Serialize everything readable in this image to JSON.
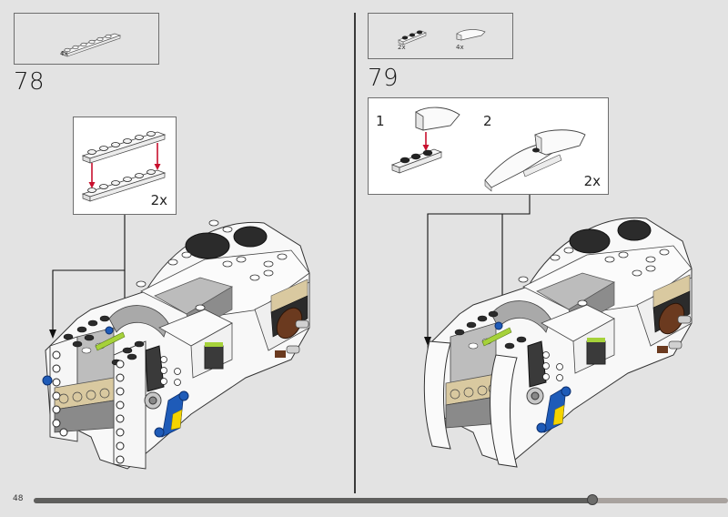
{
  "page": {
    "number": "48",
    "progress_percent": 80.5
  },
  "steps": [
    {
      "number": "78",
      "parts": [
        {
          "name": "plate-1x6-white",
          "qty": "4x"
        }
      ],
      "callout": {
        "multiplier": "2x"
      }
    },
    {
      "number": "79",
      "parts": [
        {
          "name": "plate-1x3-white",
          "qty": "2x"
        },
        {
          "name": "curved-slope-white",
          "qty": "4x"
        }
      ],
      "callout": {
        "sub_steps": [
          "1",
          "2"
        ],
        "multiplier": "2x"
      }
    }
  ],
  "colors": {
    "background": "#e3e3e3",
    "arrow_red": "#c8102e",
    "brick_white": "#f7f7f7",
    "brick_dark": "#2b2b2b",
    "brick_grey": "#9a9a9a",
    "brick_tan": "#d9c9a0",
    "brick_blue": "#1e5bb8",
    "brick_lime": "#a6d23a",
    "brick_brown": "#6b3a1f"
  }
}
